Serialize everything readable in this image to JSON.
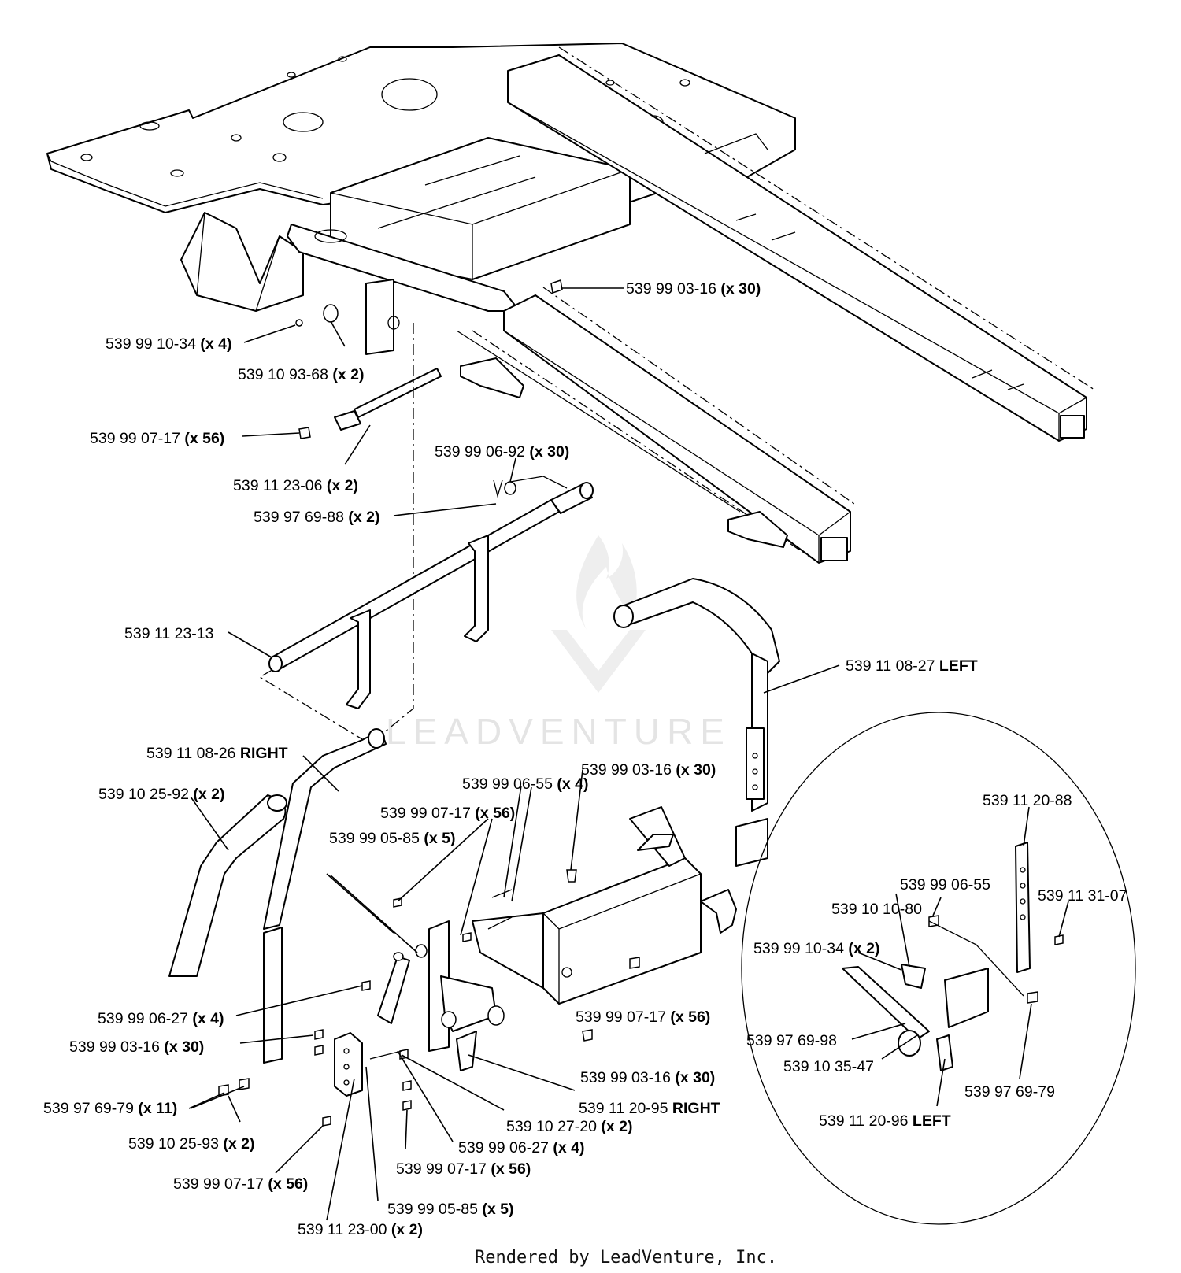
{
  "diagram": {
    "callouts": [
      {
        "id": "c1",
        "part": "539 99 03-16",
        "suffix": "(x 30)"
      },
      {
        "id": "c2",
        "part": "539 99 10-34",
        "suffix": "(x 4)"
      },
      {
        "id": "c3",
        "part": "539 10 93-68",
        "suffix": "(x 2)"
      },
      {
        "id": "c4",
        "part": "539 99 07-17",
        "suffix": "(x 56)"
      },
      {
        "id": "c5",
        "part": "539 11 23-06",
        "suffix": "(x 2)"
      },
      {
        "id": "c6",
        "part": "539 99 06-92",
        "suffix": "(x 30)"
      },
      {
        "id": "c7",
        "part": "539 97 69-88",
        "suffix": "(x 2)"
      },
      {
        "id": "c8",
        "part": "539 11 23-13",
        "suffix": ""
      },
      {
        "id": "c9",
        "part": "539 11 08-27",
        "suffix": "LEFT"
      },
      {
        "id": "c10",
        "part": "539 11 08-26",
        "suffix": "RIGHT"
      },
      {
        "id": "c11",
        "part": "539 10 25-92",
        "suffix": "(x 2)"
      },
      {
        "id": "c12",
        "part": "539 99 03-16",
        "suffix": "(x 30)"
      },
      {
        "id": "c13",
        "part": "539 99 06-55",
        "suffix": "(x 4)"
      },
      {
        "id": "c14",
        "part": "539 99 07-17",
        "suffix": "(x 56)"
      },
      {
        "id": "c15",
        "part": "539 99 05-85",
        "suffix": "(x 5)"
      },
      {
        "id": "c16",
        "part": "539 11 20-88",
        "suffix": ""
      },
      {
        "id": "c17",
        "part": "539 99 06-55",
        "suffix": ""
      },
      {
        "id": "c18",
        "part": "539 10 10-80",
        "suffix": ""
      },
      {
        "id": "c19",
        "part": "539 11 31-07",
        "suffix": ""
      },
      {
        "id": "c20",
        "part": "539 99 10-34",
        "suffix": "(x 2)"
      },
      {
        "id": "c21",
        "part": "539 99 06-27",
        "suffix": "(x 4)"
      },
      {
        "id": "c22",
        "part": "539 99 07-17",
        "suffix": "(x 56)"
      },
      {
        "id": "c23",
        "part": "539 99 03-16",
        "suffix": "(x 30)"
      },
      {
        "id": "c24",
        "part": "539 97 69-98",
        "suffix": ""
      },
      {
        "id": "c25",
        "part": "539 10 35-47",
        "suffix": ""
      },
      {
        "id": "c26",
        "part": "539 97 69-79",
        "suffix": ""
      },
      {
        "id": "c27",
        "part": "539 99 03-16",
        "suffix": "(x 30)"
      },
      {
        "id": "c28",
        "part": "539 11 20-95",
        "suffix": "RIGHT"
      },
      {
        "id": "c29",
        "part": "539 97 69-79",
        "suffix": "(x 11)"
      },
      {
        "id": "c30",
        "part": "539 10 27-20",
        "suffix": "(x 2)"
      },
      {
        "id": "c31",
        "part": "539 11 20-96",
        "suffix": "LEFT"
      },
      {
        "id": "c32",
        "part": "539 10 25-93",
        "suffix": "(x 2)"
      },
      {
        "id": "c33",
        "part": "539 99 06-27",
        "suffix": "(x 4)"
      },
      {
        "id": "c34",
        "part": "539 99 07-17",
        "suffix": "(x 56)"
      },
      {
        "id": "c35",
        "part": "539 99 07-17",
        "suffix": "(x 56)"
      },
      {
        "id": "c36",
        "part": "539 99 05-85",
        "suffix": "(x 5)"
      },
      {
        "id": "c37",
        "part": "539 11 23-00",
        "suffix": "(x 2)"
      }
    ],
    "watermark": "LEADVENTURE",
    "footer": "Rendered by LeadVenture, Inc."
  }
}
